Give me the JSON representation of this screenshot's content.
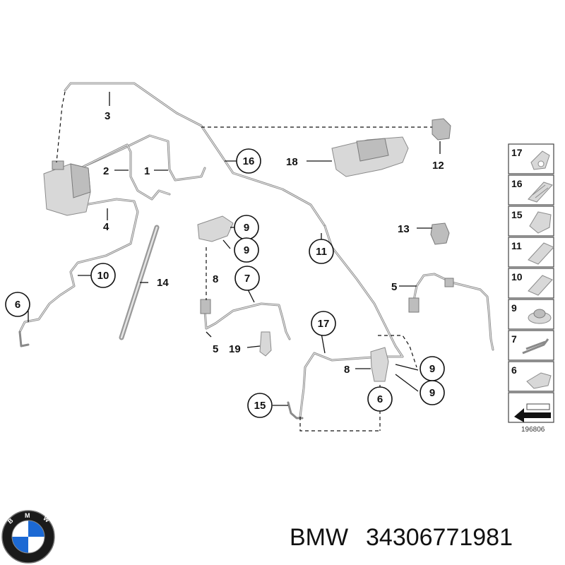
{
  "diagram": {
    "callouts": {
      "c1": "1",
      "c2": "2",
      "c3": "3",
      "c4": "4",
      "c5a": "5",
      "c5b": "5",
      "c6a": "6",
      "c6b": "6",
      "c7": "7",
      "c8a": "8",
      "c8b": "8",
      "c9a": "9",
      "c9b": "9",
      "c9c": "9",
      "c9d": "9",
      "c10": "10",
      "c11": "11",
      "c12": "12",
      "c13": "13",
      "c14": "14",
      "c15": "15",
      "c16": "16",
      "c17": "17",
      "c18": "18",
      "c19": "19"
    },
    "legend": {
      "items": [
        "17",
        "16",
        "15",
        "11",
        "10",
        "9",
        "7",
        "6"
      ],
      "ref_number": "196806"
    }
  },
  "footer": {
    "brand": "BMW",
    "part_number": "34306771981",
    "logo_letters": "BMW",
    "logo_colors": {
      "blue": "#1c69d4",
      "white": "#ffffff",
      "ring": "#1a1a1a"
    }
  }
}
